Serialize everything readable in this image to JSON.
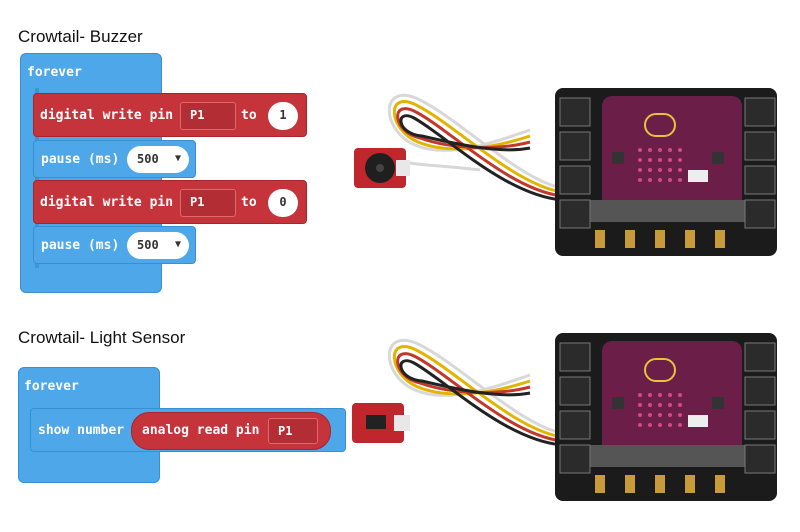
{
  "buzzer": {
    "title": "Crowtail- Buzzer",
    "forever_label": "forever",
    "write1": {
      "label": "digital write pin",
      "pin": "P1",
      "to": "to",
      "value": "1"
    },
    "pause1": {
      "label": "pause (ms)",
      "value": "500"
    },
    "write2": {
      "label": "digital write pin",
      "pin": "P1",
      "to": "to",
      "value": "0"
    },
    "pause2": {
      "label": "pause (ms)",
      "value": "500"
    }
  },
  "light": {
    "title": "Crowtail- Light Sensor",
    "forever_label": "forever",
    "show": {
      "label": "show number",
      "read_label": "analog read pin",
      "pin": "P1"
    }
  },
  "colors": {
    "loop_blue": "#4ea7e8",
    "pin_red": "#c5343a",
    "pcb_black": "#1b1b1b",
    "microbit_purple": "#6a1e48"
  },
  "icons": {
    "dropdown": "chevron-down-icon"
  }
}
